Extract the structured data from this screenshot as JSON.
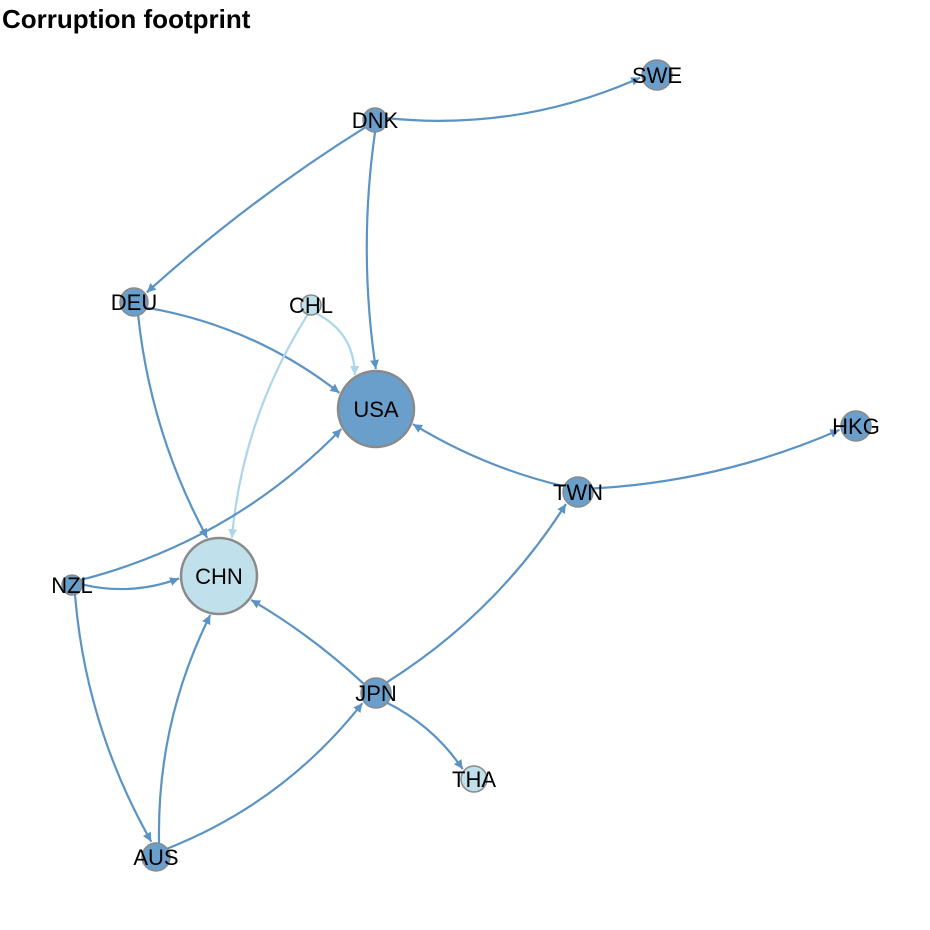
{
  "title": "Corruption footprint",
  "colors": {
    "dark_node": "#6a9fcb",
    "light_node": "#c0e0ec",
    "dark_edge": "#5a93c4",
    "light_edge": "#acd6ea",
    "node_stroke": "#8a8a8a"
  },
  "nodes": [
    {
      "id": "SWE",
      "tone": "dark"
    },
    {
      "id": "DNK",
      "tone": "dark"
    },
    {
      "id": "DEU",
      "tone": "dark"
    },
    {
      "id": "CHL",
      "tone": "light"
    },
    {
      "id": "USA",
      "tone": "dark"
    },
    {
      "id": "HKG",
      "tone": "dark"
    },
    {
      "id": "TWN",
      "tone": "dark"
    },
    {
      "id": "NZL",
      "tone": "dark"
    },
    {
      "id": "CHN",
      "tone": "light"
    },
    {
      "id": "JPN",
      "tone": "dark"
    },
    {
      "id": "THA",
      "tone": "light"
    },
    {
      "id": "AUS",
      "tone": "dark"
    }
  ],
  "edges": [
    {
      "from": "DNK",
      "to": "SWE",
      "tone": "dark"
    },
    {
      "from": "DNK",
      "to": "DEU",
      "tone": "dark"
    },
    {
      "from": "DNK",
      "to": "USA",
      "tone": "dark"
    },
    {
      "from": "DEU",
      "to": "USA",
      "tone": "dark"
    },
    {
      "from": "DEU",
      "to": "CHN",
      "tone": "dark"
    },
    {
      "from": "CHL",
      "to": "USA",
      "tone": "light"
    },
    {
      "from": "CHL",
      "to": "CHN",
      "tone": "light"
    },
    {
      "from": "TWN",
      "to": "USA",
      "tone": "dark"
    },
    {
      "from": "TWN",
      "to": "HKG",
      "tone": "dark"
    },
    {
      "from": "NZL",
      "to": "USA",
      "tone": "dark"
    },
    {
      "from": "NZL",
      "to": "CHN",
      "tone": "dark"
    },
    {
      "from": "NZL",
      "to": "AUS",
      "tone": "dark"
    },
    {
      "from": "AUS",
      "to": "CHN",
      "tone": "dark"
    },
    {
      "from": "AUS",
      "to": "JPN",
      "tone": "dark"
    },
    {
      "from": "JPN",
      "to": "CHN",
      "tone": "dark"
    },
    {
      "from": "JPN",
      "to": "TWN",
      "tone": "dark"
    },
    {
      "from": "JPN",
      "to": "THA",
      "tone": "dark"
    }
  ]
}
